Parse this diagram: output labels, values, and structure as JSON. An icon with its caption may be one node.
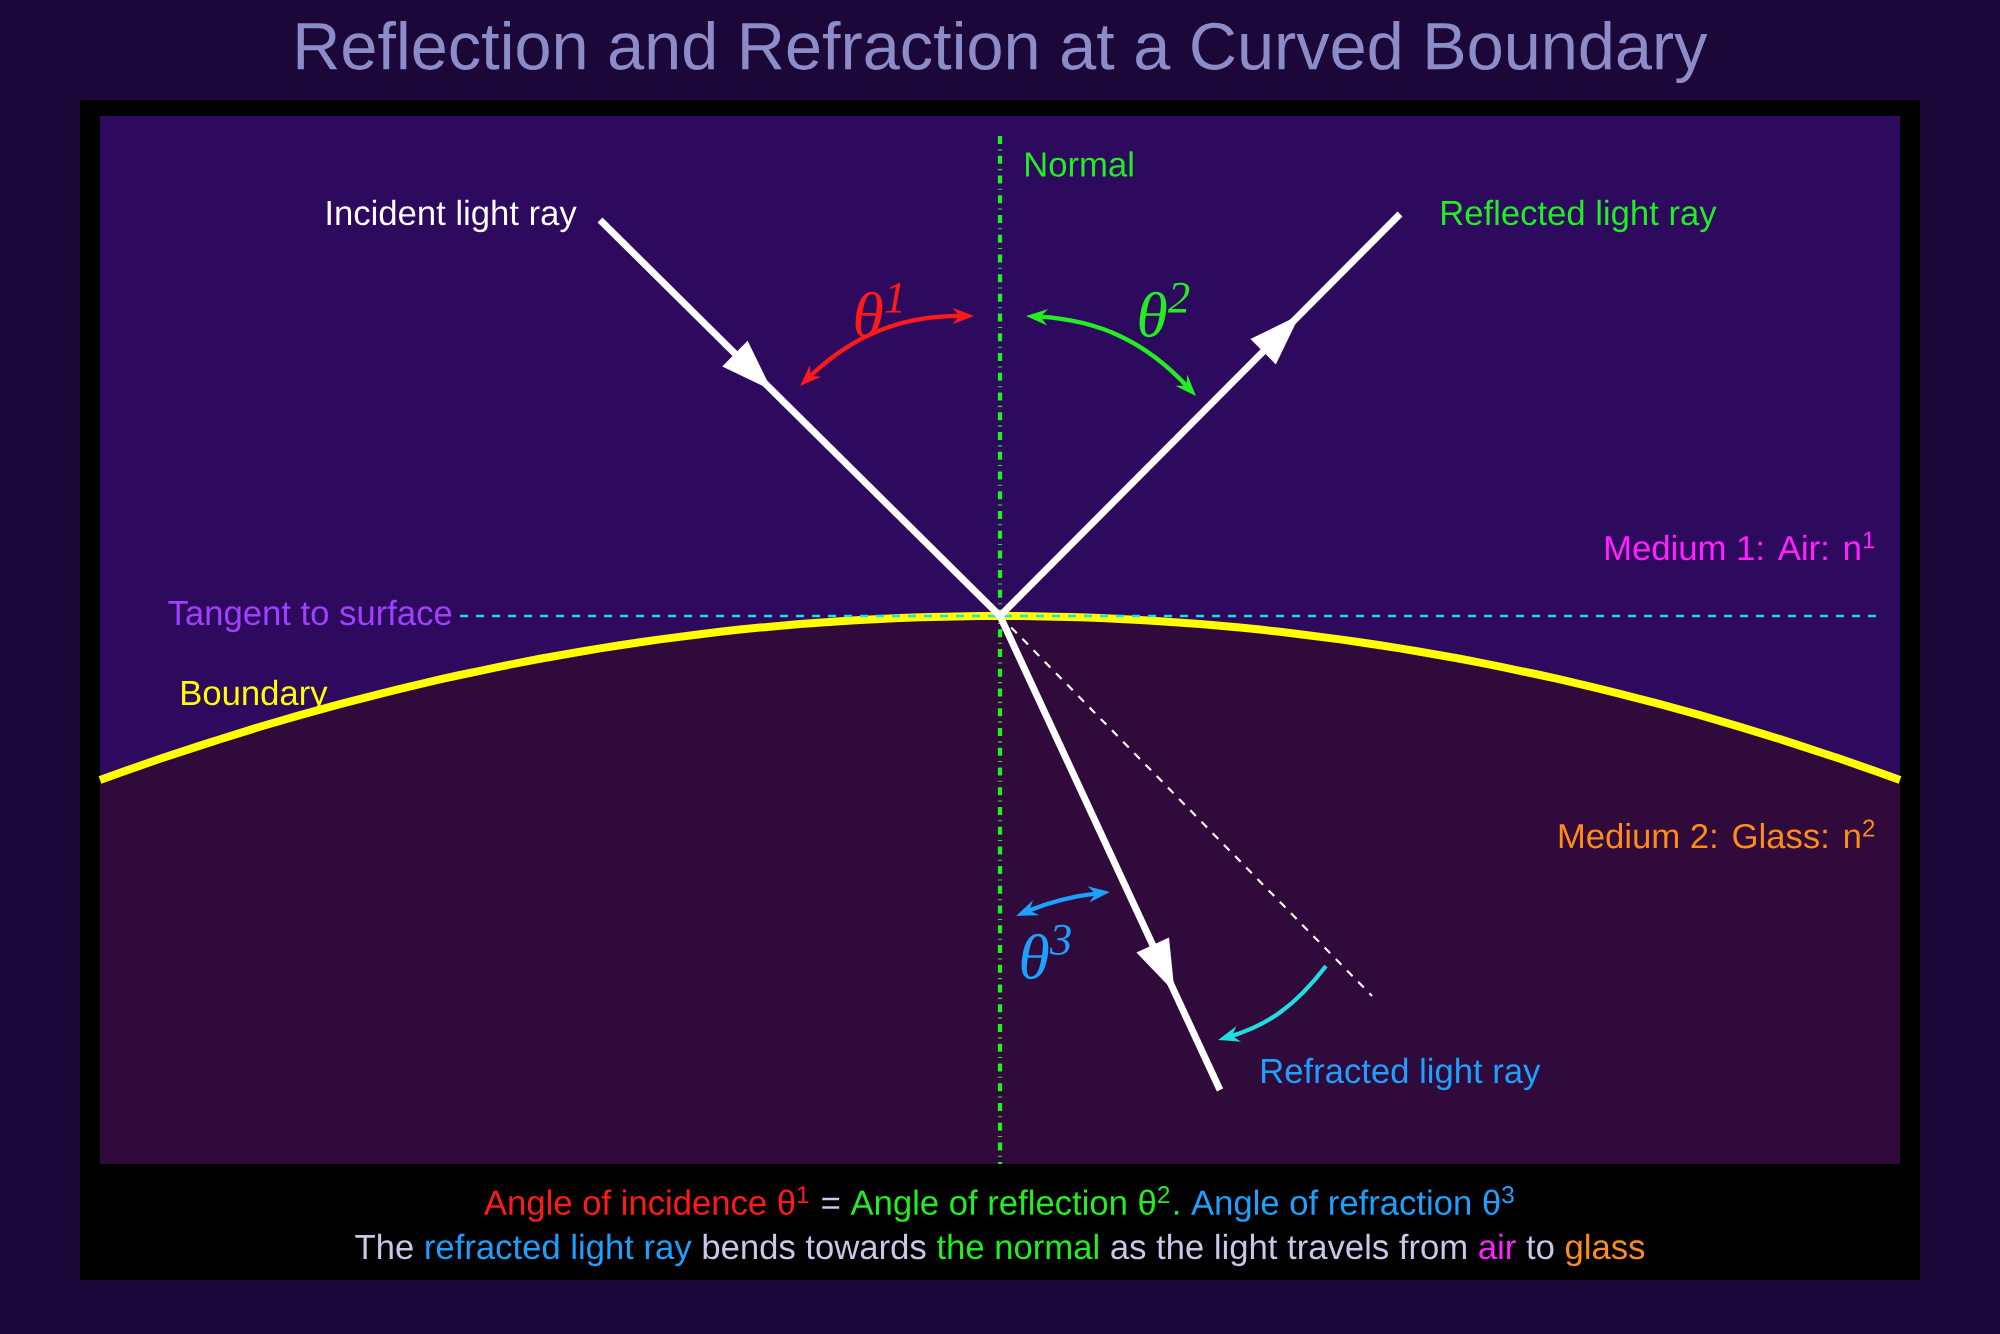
{
  "diagram": {
    "title": "Reflection and Refraction at a Curved Boundary",
    "labels": [
      "Normal",
      "Incident light ray",
      "Reflected light ray",
      "θ$^{1}$",
      "θ$^{2}$",
      "Medium 1: Air: n$^{1}$",
      "Tangent to surface",
      "Boundary",
      "Medium 2: Glass: n$^{2}$",
      "θ$^{3}$",
      "Refracted light ray",
      "Angle of incidence θ$^{1}$",
      "=",
      "Angle of reflection θ$^{2}$.",
      "Angle of refraction θ$^{3}$",
      "The",
      "refracted light ray",
      "bends towards",
      "the normal",
      "as the light travels from",
      "air",
      "to",
      "glass"
    ]
  }
}
